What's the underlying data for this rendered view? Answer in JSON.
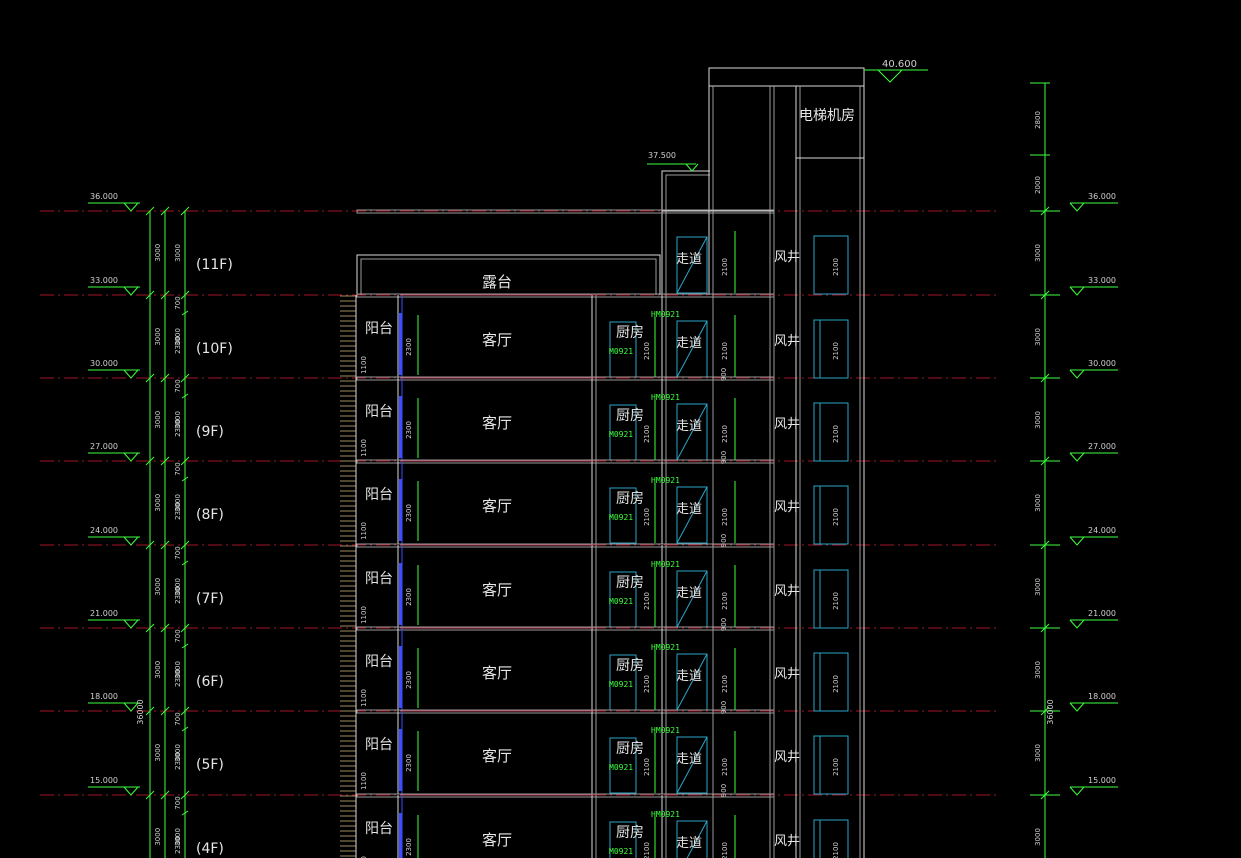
{
  "drawing": {
    "top_elevation": "40.600",
    "stair_roof_elevation": "37.500",
    "machine_room_label": "电梯机房",
    "terrace_label": "露台",
    "floors": [
      {
        "floor": "(11F)",
        "elev": "36.000",
        "right_elev": "36.000",
        "full": false
      },
      {
        "floor": "(10F)",
        "elev": "33.000",
        "right_elev": "33.000",
        "full": true
      },
      {
        "floor": "(9F)",
        "elev": "30.000",
        "right_elev": "30.000",
        "full": true
      },
      {
        "floor": "(8F)",
        "elev": "27.000",
        "right_elev": "27.000",
        "full": true
      },
      {
        "floor": "(7F)",
        "elev": "24.000",
        "right_elev": "24.000",
        "full": true
      },
      {
        "floor": "(6F)",
        "elev": "21.000",
        "right_elev": "21.000",
        "full": true
      },
      {
        "floor": "(5F)",
        "elev": "18.000",
        "right_elev": "18.000",
        "full": true
      },
      {
        "floor": "(4F)",
        "elev": "15.000",
        "right_elev": "15.000",
        "full": true
      }
    ],
    "rooms": {
      "balcony": "阳台",
      "living": "客厅",
      "kitchen": "厨房",
      "corridor": "走道",
      "shaft": "风井",
      "window_tag": "HM0921",
      "door_tag": "M0921"
    },
    "dims": {
      "floor_height": "3000",
      "window_height": "2300",
      "sill": "700",
      "balcony_rail": "1100",
      "door_height": "2100",
      "lintel": "900",
      "overall": "36000",
      "top_a": "2800",
      "top_b": "2000"
    }
  }
}
